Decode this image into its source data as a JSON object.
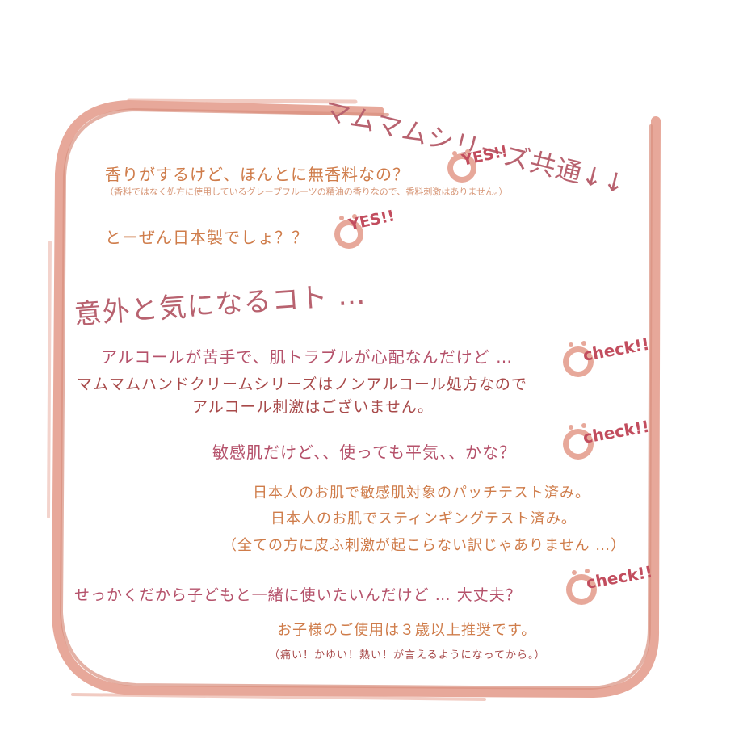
{
  "banner": "マムマムシリーズ共通↓↓",
  "common": [
    {
      "question": "香りがするけど、ほんとに無香料なの？",
      "note": "（香料ではなく処方に使用しているグレープフルーツの精油の香りなので、香料刺激はありません。）",
      "badge": "YES!!"
    },
    {
      "question": "とーぜん日本製でしょ？？",
      "badge": "YES!!"
    }
  ],
  "heading": "意外と気になるコト …",
  "concerns": [
    {
      "question": "アルコールが苦手で、肌トラブルが心配なんだけど …",
      "answer_lines": [
        "マムマムハンドクリームシリーズはノンアルコール処方なので",
        "アルコール刺激はございません。"
      ],
      "badge": "check!!"
    },
    {
      "question": "敏感肌だけど、、使っても平気、、かな？",
      "answer_lines": [
        "日本人のお肌で敏感肌対象のパッチテスト済み。",
        "日本人のお肌でスティンギングテスト済み。",
        "（全ての方に皮ふ刺激が起こらない訳じゃありません …）"
      ],
      "badge": "check!!"
    },
    {
      "question": "せっかくだから子どもと一緒に使いたいんだけど … 大丈夫？",
      "answer_lines": [
        "お子様のご使用は３歳以上推奨です。",
        "（痛い！かゆい！熱い！が言えるようになってから。）"
      ],
      "badge": "check!!"
    }
  ],
  "colors": {
    "frame": "#e7a89a",
    "question_orange": "#cf7c4a",
    "question_rose": "#b5526b",
    "badge_face": "#e7a89a",
    "badge_text": "#c24d5e"
  },
  "icons": {
    "badge_face": "smiley-face-icon"
  }
}
